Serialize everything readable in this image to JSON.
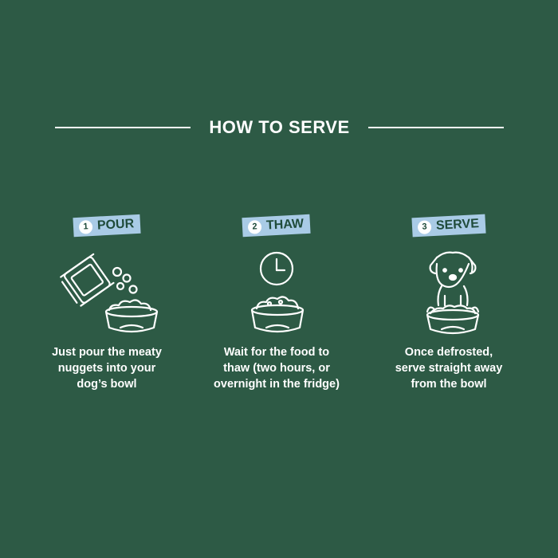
{
  "header": {
    "title": "HOW TO SERVE"
  },
  "steps": [
    {
      "number": "1",
      "label": "POUR",
      "icon": "food-bag-pour-icon",
      "caption": [
        "Just pour the meaty",
        "nuggets into your",
        "dog’s bowl"
      ]
    },
    {
      "number": "2",
      "label": "THAW",
      "icon": "clock-bowl-icon",
      "caption": [
        "Wait for the food to",
        "thaw (two hours, or",
        "overnight in the fridge)"
      ]
    },
    {
      "number": "3",
      "label": "SERVE",
      "icon": "dog-bowl-icon",
      "caption": [
        "Once defrosted,",
        "serve straight away",
        "from the bowl"
      ]
    }
  ],
  "colors": {
    "background": "#2d5a45",
    "badge": "#a9cbe6",
    "badge_text": "#1f4b3a",
    "text": "#ffffff"
  }
}
